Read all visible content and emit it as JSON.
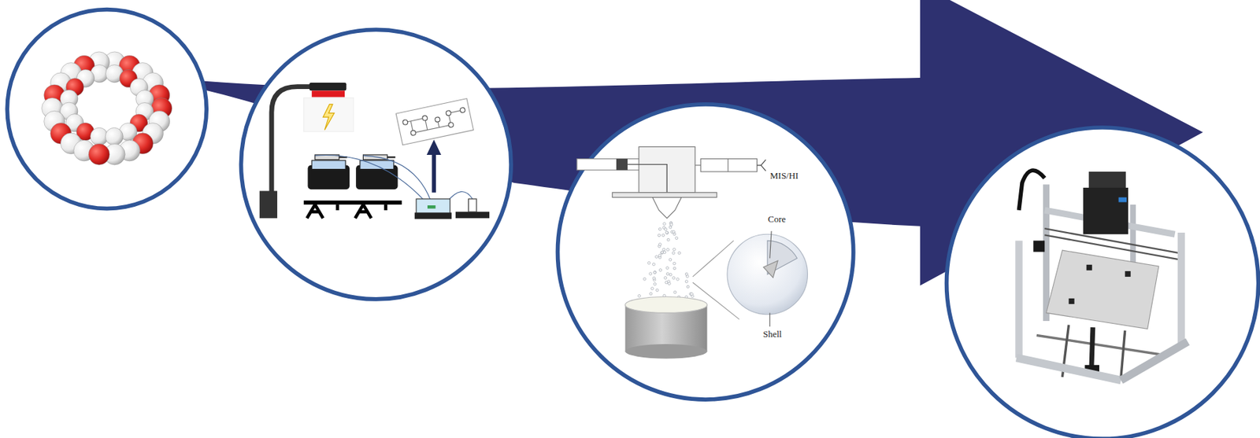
{
  "diagram": {
    "labels": [
      "MIS/HI",
      "Core",
      "Shell"
    ]
  }
}
